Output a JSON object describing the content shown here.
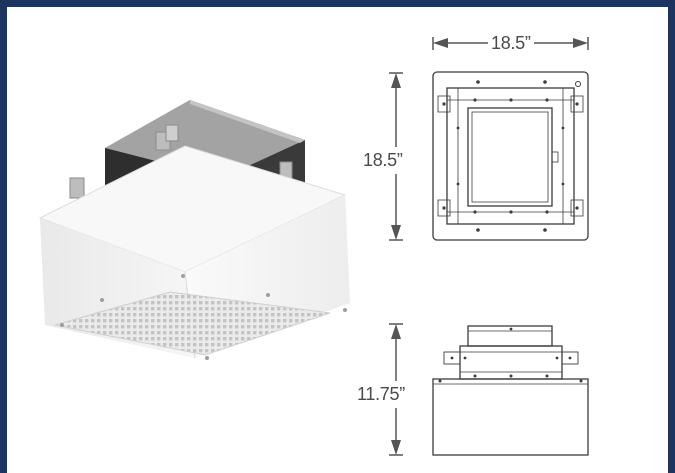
{
  "dimensions": {
    "top_width": "18.5”",
    "top_depth": "18.5”",
    "side_height": "11.75”"
  },
  "colors": {
    "frame": "#1d3461",
    "background": "#ffffff",
    "line": "#3c3c3c",
    "arrow": "#555555"
  },
  "icons": {
    "product": "ceiling-air-purifier-render",
    "top_view": "top-view-drawing",
    "side_view": "side-view-drawing"
  }
}
